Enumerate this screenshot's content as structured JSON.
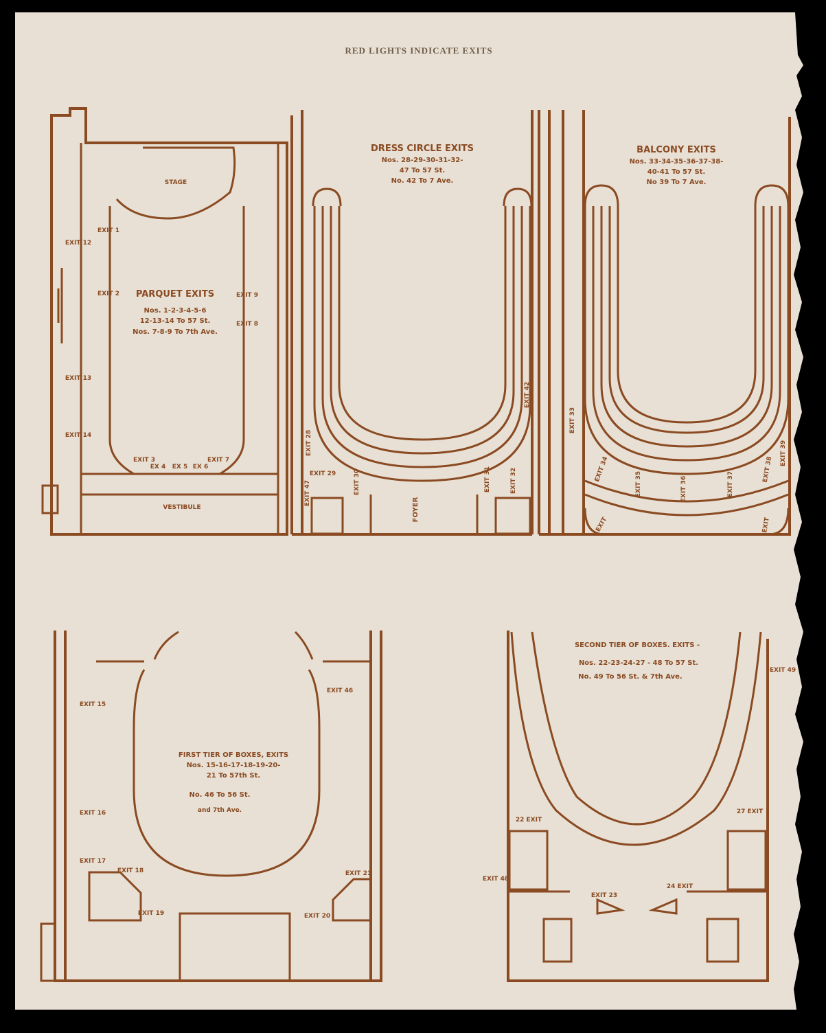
{
  "header": "RED LIGHTS INDICATE EXITS",
  "parquet": {
    "stage": "STAGE",
    "vestibule": "VESTIBULE",
    "title": "PARQUET EXITS",
    "line1": "Nos. 1-2-3-4-5-6",
    "line2": "12-13-14 To 57 St.",
    "line3": "Nos. 7-8-9 To 7th Ave.",
    "exits": {
      "e1": "EXIT 1",
      "e2": "EXIT 2",
      "e3": "EXIT 3",
      "e4": "EX 4",
      "e5": "EX 5",
      "e6": "EX 6",
      "e7": "EXIT 7",
      "e8": "EXIT 8",
      "e9": "EXIT 9",
      "e12": "EXIT 12",
      "e13": "EXIT 13",
      "e14": "EXIT 14"
    }
  },
  "dress_circle": {
    "title": "DRESS CIRCLE EXITS",
    "line1": "Nos. 28-29-30-31-32-",
    "line2": "47 To 57 St.",
    "line3": "No. 42 To 7 Ave.",
    "foyer": "FOYER",
    "exits": {
      "e28": "EXIT 28",
      "e29": "EXIT 29",
      "e30": "EXIT 30",
      "e31": "EXIT 31",
      "e32": "EXIT 32",
      "e42": "EXIT 42",
      "e47": "EXIT 47"
    }
  },
  "balcony": {
    "title": "BALCONY EXITS",
    "line1": "Nos. 33-34-35-36-37-38-",
    "line2": "40-41 To 57 St.",
    "line3": "No 39 To 7 Ave.",
    "exits": {
      "e33": "EXIT 33",
      "e34": "EXIT 34",
      "e35": "EXIT 35",
      "e36": "EXIT 36",
      "e37": "EXIT 37",
      "e38": "EXIT 38",
      "e39": "EXIT 39",
      "e40": "EXIT",
      "e41": "EXIT"
    }
  },
  "first_tier": {
    "title": "FIRST TIER OF BOXES, EXITS",
    "line1": "Nos. 15-16-17-18-19-20-",
    "line2": "21 To 57th St.",
    "line3": "No. 46 To 56 St.",
    "line4": "and 7th Ave.",
    "exits": {
      "e15": "EXIT 15",
      "e16": "EXIT 16",
      "e17": "EXIT 17",
      "e18": "EXIT 18",
      "e19": "EXIT 19",
      "e20": "EXIT 20",
      "e21": "EXIT 21",
      "e46": "EXIT 46"
    }
  },
  "second_tier": {
    "title": "SECOND TIER OF BOXES. EXITS -",
    "line1": "Nos. 22-23-24-27 - 48 To 57 St.",
    "line2": "No. 49 To 56 St. & 7th Ave.",
    "exits": {
      "e22": "22 EXIT",
      "e23": "EXIT 23",
      "e24": "24 EXIT",
      "e27": "27 EXIT",
      "e48": "EXIT 48",
      "e49": "EXIT 49"
    }
  },
  "colors": {
    "paper": "#e8e0d4",
    "ink": "#8a4a22",
    "header_ink": "#6e5d48"
  }
}
